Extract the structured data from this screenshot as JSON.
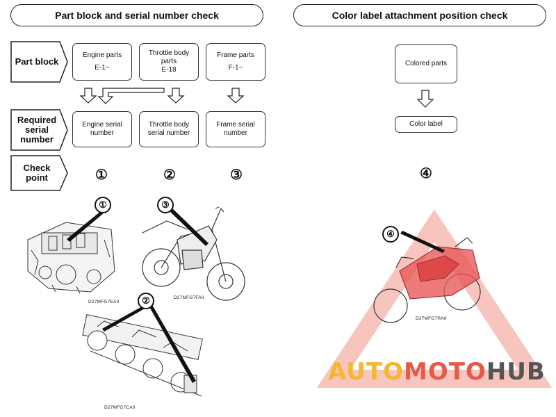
{
  "left_header": "Part block and serial number check",
  "right_header": "Color label attachment position check",
  "row_labels": {
    "part_block": "Part block",
    "required_serial": [
      "Required",
      "serial",
      "number"
    ],
    "check_point": [
      "Check",
      "point"
    ]
  },
  "part_blocks": [
    {
      "lines": [
        "Engine parts",
        "E-1~"
      ]
    },
    {
      "lines": [
        "Throttle body",
        "parts",
        "E-18"
      ]
    },
    {
      "lines": [
        "Frame parts",
        "F-1~"
      ]
    }
  ],
  "serials": [
    {
      "lines": [
        "Engine serial",
        "number"
      ]
    },
    {
      "lines": [
        "Throttle body",
        "serial number"
      ]
    },
    {
      "lines": [
        "Frame serial",
        "number"
      ]
    }
  ],
  "check_points": [
    "①",
    "②",
    "③"
  ],
  "colored_parts": "Colored parts",
  "color_label": "Color label",
  "right_check_point": "④",
  "image_codes": {
    "engine": "D27MFG7EA0",
    "frame": "D27MFG7FA0",
    "throttle": "D27MFG7CA0",
    "bike": "D27MFG7RA0"
  },
  "callouts": {
    "engine": "①",
    "frame": "③",
    "throttle": "②",
    "bike": "④"
  },
  "watermark": {
    "auto": "AUTO",
    "moto": "MOTO",
    "hub": "HUB"
  },
  "colors": {
    "watermark_yellow": "#f2b733",
    "watermark_red": "#e65a4a",
    "watermark_gray": "#555555"
  }
}
